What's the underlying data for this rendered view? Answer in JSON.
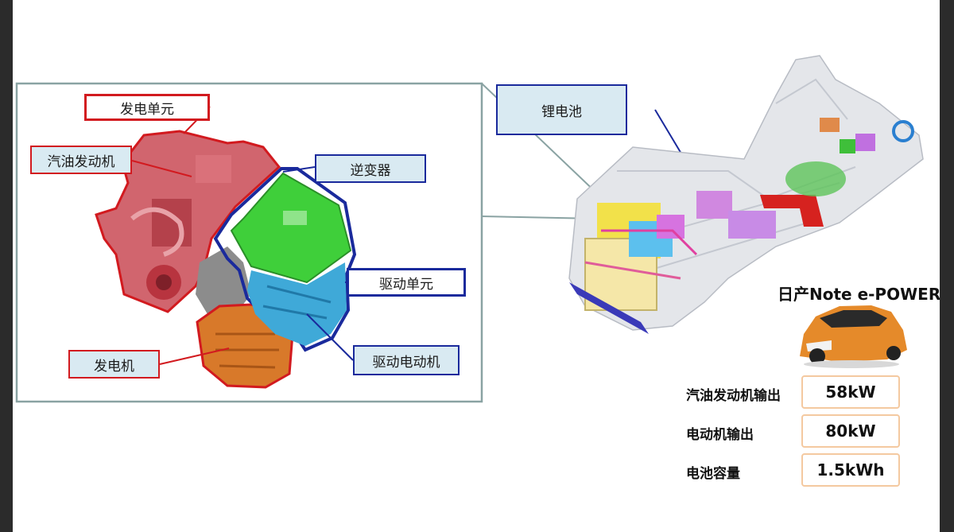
{
  "labels": {
    "generator_unit": "发电单元",
    "gasoline_engine": "汽油发动机",
    "inverter": "逆变器",
    "drive_unit": "驱动单元",
    "generator": "发电机",
    "drive_motor": "驱动电动机",
    "li_battery": "锂电池"
  },
  "car": {
    "title": "日产Note e-POWER"
  },
  "specs": [
    {
      "label": "汽油发动机输出",
      "value": "58kW"
    },
    {
      "label": "电动机输出",
      "value": "80kW"
    },
    {
      "label": "电池容量",
      "value": "1.5kWh"
    }
  ],
  "colors": {
    "generator_red": "#d21a1f",
    "drive_blue": "#1a2a9c",
    "inverter_green": "#3fcf3a",
    "motor_cyan": "#3fa9d8",
    "generator_orange": "#d8792a",
    "label_fill": "#d9eaf2",
    "spec_border": "#f4c9a0"
  }
}
